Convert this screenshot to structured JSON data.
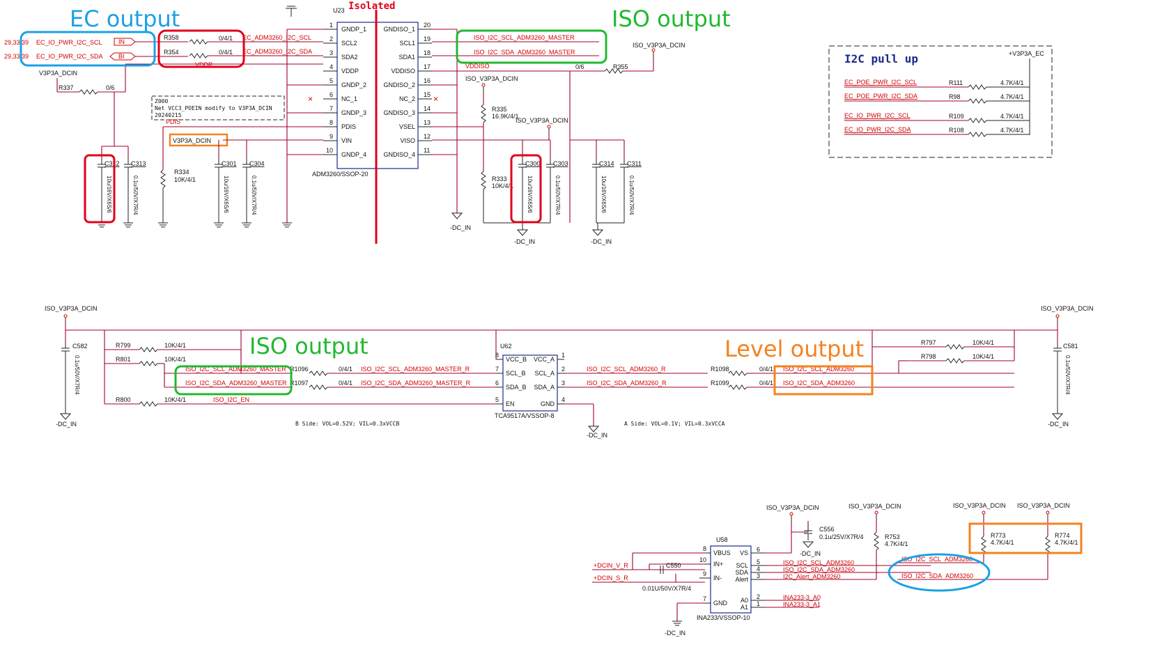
{
  "colors": {
    "red": "#e0001b",
    "green": "#22b830",
    "blue": "#1aa0e6",
    "orange": "#f58220",
    "net": "#d10000"
  },
  "annotations": {
    "ec_output": "EC output",
    "iso_output_top": "ISO output",
    "iso_output_mid": "ISO output",
    "level_output": "Level output",
    "isolated": "Isolated",
    "i2c_pullup": "I2C pull up"
  },
  "u23": {
    "ref": "U23",
    "part": "ADM3260/SSOP-20",
    "left_pins": [
      {
        "num": "1",
        "name": "GNDP_1"
      },
      {
        "num": "2",
        "name": "SCL2"
      },
      {
        "num": "3",
        "name": "SDA2"
      },
      {
        "num": "4",
        "name": "VDDP"
      },
      {
        "num": "5",
        "name": "GNDP_2"
      },
      {
        "num": "6",
        "name": "NC_1"
      },
      {
        "num": "7",
        "name": "GNDP_3"
      },
      {
        "num": "8",
        "name": "PDIS"
      },
      {
        "num": "9",
        "name": "VIN"
      },
      {
        "num": "10",
        "name": "GNDP_4"
      }
    ],
    "right_pins": [
      {
        "num": "20",
        "name": "GNDISO_1"
      },
      {
        "num": "19",
        "name": "SCL1"
      },
      {
        "num": "18",
        "name": "SDA1"
      },
      {
        "num": "17",
        "name": "VDDISO"
      },
      {
        "num": "16",
        "name": "GNDISO_2"
      },
      {
        "num": "15",
        "name": "NC_2"
      },
      {
        "num": "14",
        "name": "GNDISO_3"
      },
      {
        "num": "13",
        "name": "VSEL"
      },
      {
        "num": "12",
        "name": "VISO"
      },
      {
        "num": "11",
        "name": "GNDISO_4"
      }
    ]
  },
  "top": {
    "ec_scl_net": "EC_IO_PWR_I2C_SCL",
    "ec_sda_net": "EC_IO_PWR_I2C_SDA",
    "page_ref_1": "29,33,39",
    "page_ref_2": "29,33,39",
    "port_in": "IN",
    "port_bi": "BI",
    "r358": "R358",
    "r354": "R354",
    "r358_val": "0/4/1",
    "r354_val": "0/4/1",
    "ec_adm_scl": "EC_ADM3260_I2C_SCL",
    "ec_adm_sda": "EC_ADM3260_I2C_SDA",
    "vddp": "VDDP",
    "v3p3a": "V3P3A_DCIN",
    "r337": "R337",
    "r337_val": "0/6",
    "note_line1": "Z000",
    "note_line2": "Net VCC3_POEIN modify to V3P3A_DCIN",
    "note_line3": "20240215",
    "pdis": "PDIS",
    "v3p3a_port": "V3P3A_DCIN",
    "iso_scl_master": "ISO_I2C_SCL_ADM3260_MASTER",
    "iso_sda_master": "ISO_I2C_SDA_ADM3260_MASTER",
    "iso_v3p3a_1": "ISO_V3P3A_DCIN",
    "iso_v3p3a_2": "ISO_V3P3A_DCIN",
    "iso_v3p3a_3": "ISO_V3P3A_DCIN",
    "vddiso": "VDDISO",
    "r355": "R355",
    "r355_val": "0/6",
    "r335": "R335",
    "r335_val": "16.9K/4/1",
    "r333": "R333",
    "r333_val": "10K/4/1",
    "r334": "R334",
    "r334_val": "10K/4/1",
    "dc_in_1": "-DC_IN",
    "dc_in_2": "-DC_IN",
    "dc_in_3": "-DC_IN",
    "caps": [
      {
        "ref": "C312",
        "val": "10u/16V/X6S/6"
      },
      {
        "ref": "C313",
        "val": "0.1u/50V/X7R/4"
      },
      {
        "ref": "C301",
        "val": "10u/16V/X6S/6"
      },
      {
        "ref": "C304",
        "val": "0.1u/50V/X7R/4"
      },
      {
        "ref": "C300",
        "val": "10u/16V/X6S/6"
      },
      {
        "ref": "C303",
        "val": "0.1u/50V/X7R/4"
      },
      {
        "ref": "C314",
        "val": "10u/16V/X6S/6"
      },
      {
        "ref": "C311",
        "val": "0.1u/50V/X7R/4"
      }
    ]
  },
  "pullup": {
    "rail": "+V3P3A_EC",
    "rows": [
      {
        "net": "EC_POE_PWR_I2C_SCL",
        "ref": "R111",
        "val": "4.7K/4/1"
      },
      {
        "net": "EC_POE_PWR_I2C_SDA",
        "ref": "R98",
        "val": "4.7K/4/1"
      },
      {
        "net": "EC_IO_PWR_I2C_SCL",
        "ref": "R109",
        "val": "4.7K/4/1"
      },
      {
        "net": "EC_IO_PWR_I2C_SDA",
        "ref": "R108",
        "val": "4.7K/4/1"
      }
    ]
  },
  "mid": {
    "iso_v3p3a_left": "ISO_V3P3A_DCIN",
    "iso_v3p3a_right": "ISO_V3P3A_DCIN",
    "c582": "C582",
    "c582_val": "0.1u/50V/X7R/4",
    "c581": "C581",
    "c581_val": "0.1u/50V/X7R/4",
    "r799": "R799",
    "r799_val": "10K/4/1",
    "r801": "R801",
    "r801_val": "10K/4/1",
    "r800": "R800",
    "r800_val": "10K/4/1",
    "r797": "R797",
    "r797_val": "10K/4/1",
    "r798": "R798",
    "r798_val": "10K/4/1",
    "scl_master": "ISO_I2C_SCL_ADM3260_MASTER",
    "sda_master": "ISO_I2C_SDA_ADM3260_MASTER",
    "r1096": "R1096",
    "r1096_val": "0/4/1",
    "r1097": "R1097",
    "r1097_val": "0/4/1",
    "scl_master_r": "ISO_I2C_SCL_ADM3260_MASTER_R",
    "sda_master_r": "ISO_I2C_SDA_ADM3260_MASTER_R",
    "iso_en": "ISO_I2C_EN",
    "u62": "U62",
    "u62_part": "TCA9517A/VSSOP-8",
    "u62_left": [
      {
        "num": "8",
        "name": "VCC_B"
      },
      {
        "num": "7",
        "name": "SCL_B"
      },
      {
        "num": "6",
        "name": "SDA_B"
      },
      {
        "num": "5",
        "name": "EN"
      }
    ],
    "u62_right": [
      {
        "num": "1",
        "name": "VCC_A"
      },
      {
        "num": "2",
        "name": "SCL_A"
      },
      {
        "num": "3",
        "name": "SDA_A"
      },
      {
        "num": "4",
        "name": "GND"
      }
    ],
    "scl_r": "ISO_I2C_SCL_ADM3260_R",
    "sda_r": "ISO_I2C_SDA_ADM3260_R",
    "r1098": "R1098",
    "r1098_val": "0/4/1",
    "r1099": "R1099",
    "r1099_val": "0/4/1",
    "scl_out": "ISO_I2C_SCL_ADM3260",
    "sda_out": "ISO_I2C_SDA_ADM3260",
    "b_side": "B Side: VOL=0.52V; VIL=0.3xVCCB",
    "a_side": "A Side: VOL=0.1V; VIL=0.3xVCCA",
    "dc_in_left": "-DC_IN",
    "dc_in_mid": "-DC_IN",
    "dc_in_right": "-DC_IN"
  },
  "bottom": {
    "iso_v3p3a_1": "ISO_V3P3A_DCIN",
    "iso_v3p3a_2": "ISO_V3P3A_DCIN",
    "iso_v3p3a_3": "ISO_V3P3A_DCIN",
    "iso_v3p3a_4": "ISO_V3P3A_DCIN",
    "c556": "C556",
    "c556_val": "0.1u/25V/X7R/4",
    "dc_in_cap": "-DC_IN",
    "r753": "R753",
    "r753_val": "4.7K/4/1",
    "r773": "R773",
    "r773_val": "4.7K/4/1",
    "r774": "R774",
    "r774_val": "4.7K/4/1",
    "u58": "U58",
    "u58_part": "INA233/VSSOP-10",
    "u58_left": [
      {
        "num": "8",
        "name": "VBUS"
      },
      {
        "num": "10",
        "name": "IN+"
      },
      {
        "num": "9",
        "name": "IN-"
      },
      {
        "num": "7",
        "name": "GND"
      }
    ],
    "u58_right": [
      {
        "num": "6",
        "name": "VS"
      },
      {
        "num": "5",
        "name": "SCL"
      },
      {
        "num": "4",
        "name": "SDA"
      },
      {
        "num": "3",
        "name": "Alert"
      },
      {
        "num": "2",
        "name": "A0"
      },
      {
        "num": "1",
        "name": "A1"
      }
    ],
    "dcin_v_r": "+DCIN_V_R",
    "dcin_s_r": "+DCIN_S_R",
    "c550": "C550",
    "c550_val": "0.01U/50V/X7R/4",
    "scl_net": "ISO_I2C_SCL_ADM3260",
    "sda_net": "ISO_I2C_SDA_ADM3260",
    "alert_net": "I2C_Alert_ADM3260",
    "a0_net": "INA233-3_A0",
    "a1_net": "INA233-3_A1",
    "out_scl": "ISO_I2C_SCL_ADM3260",
    "out_sda": "ISO_I2C_SDA_ADM3260",
    "dc_in_gnd": "-DC_IN"
  }
}
